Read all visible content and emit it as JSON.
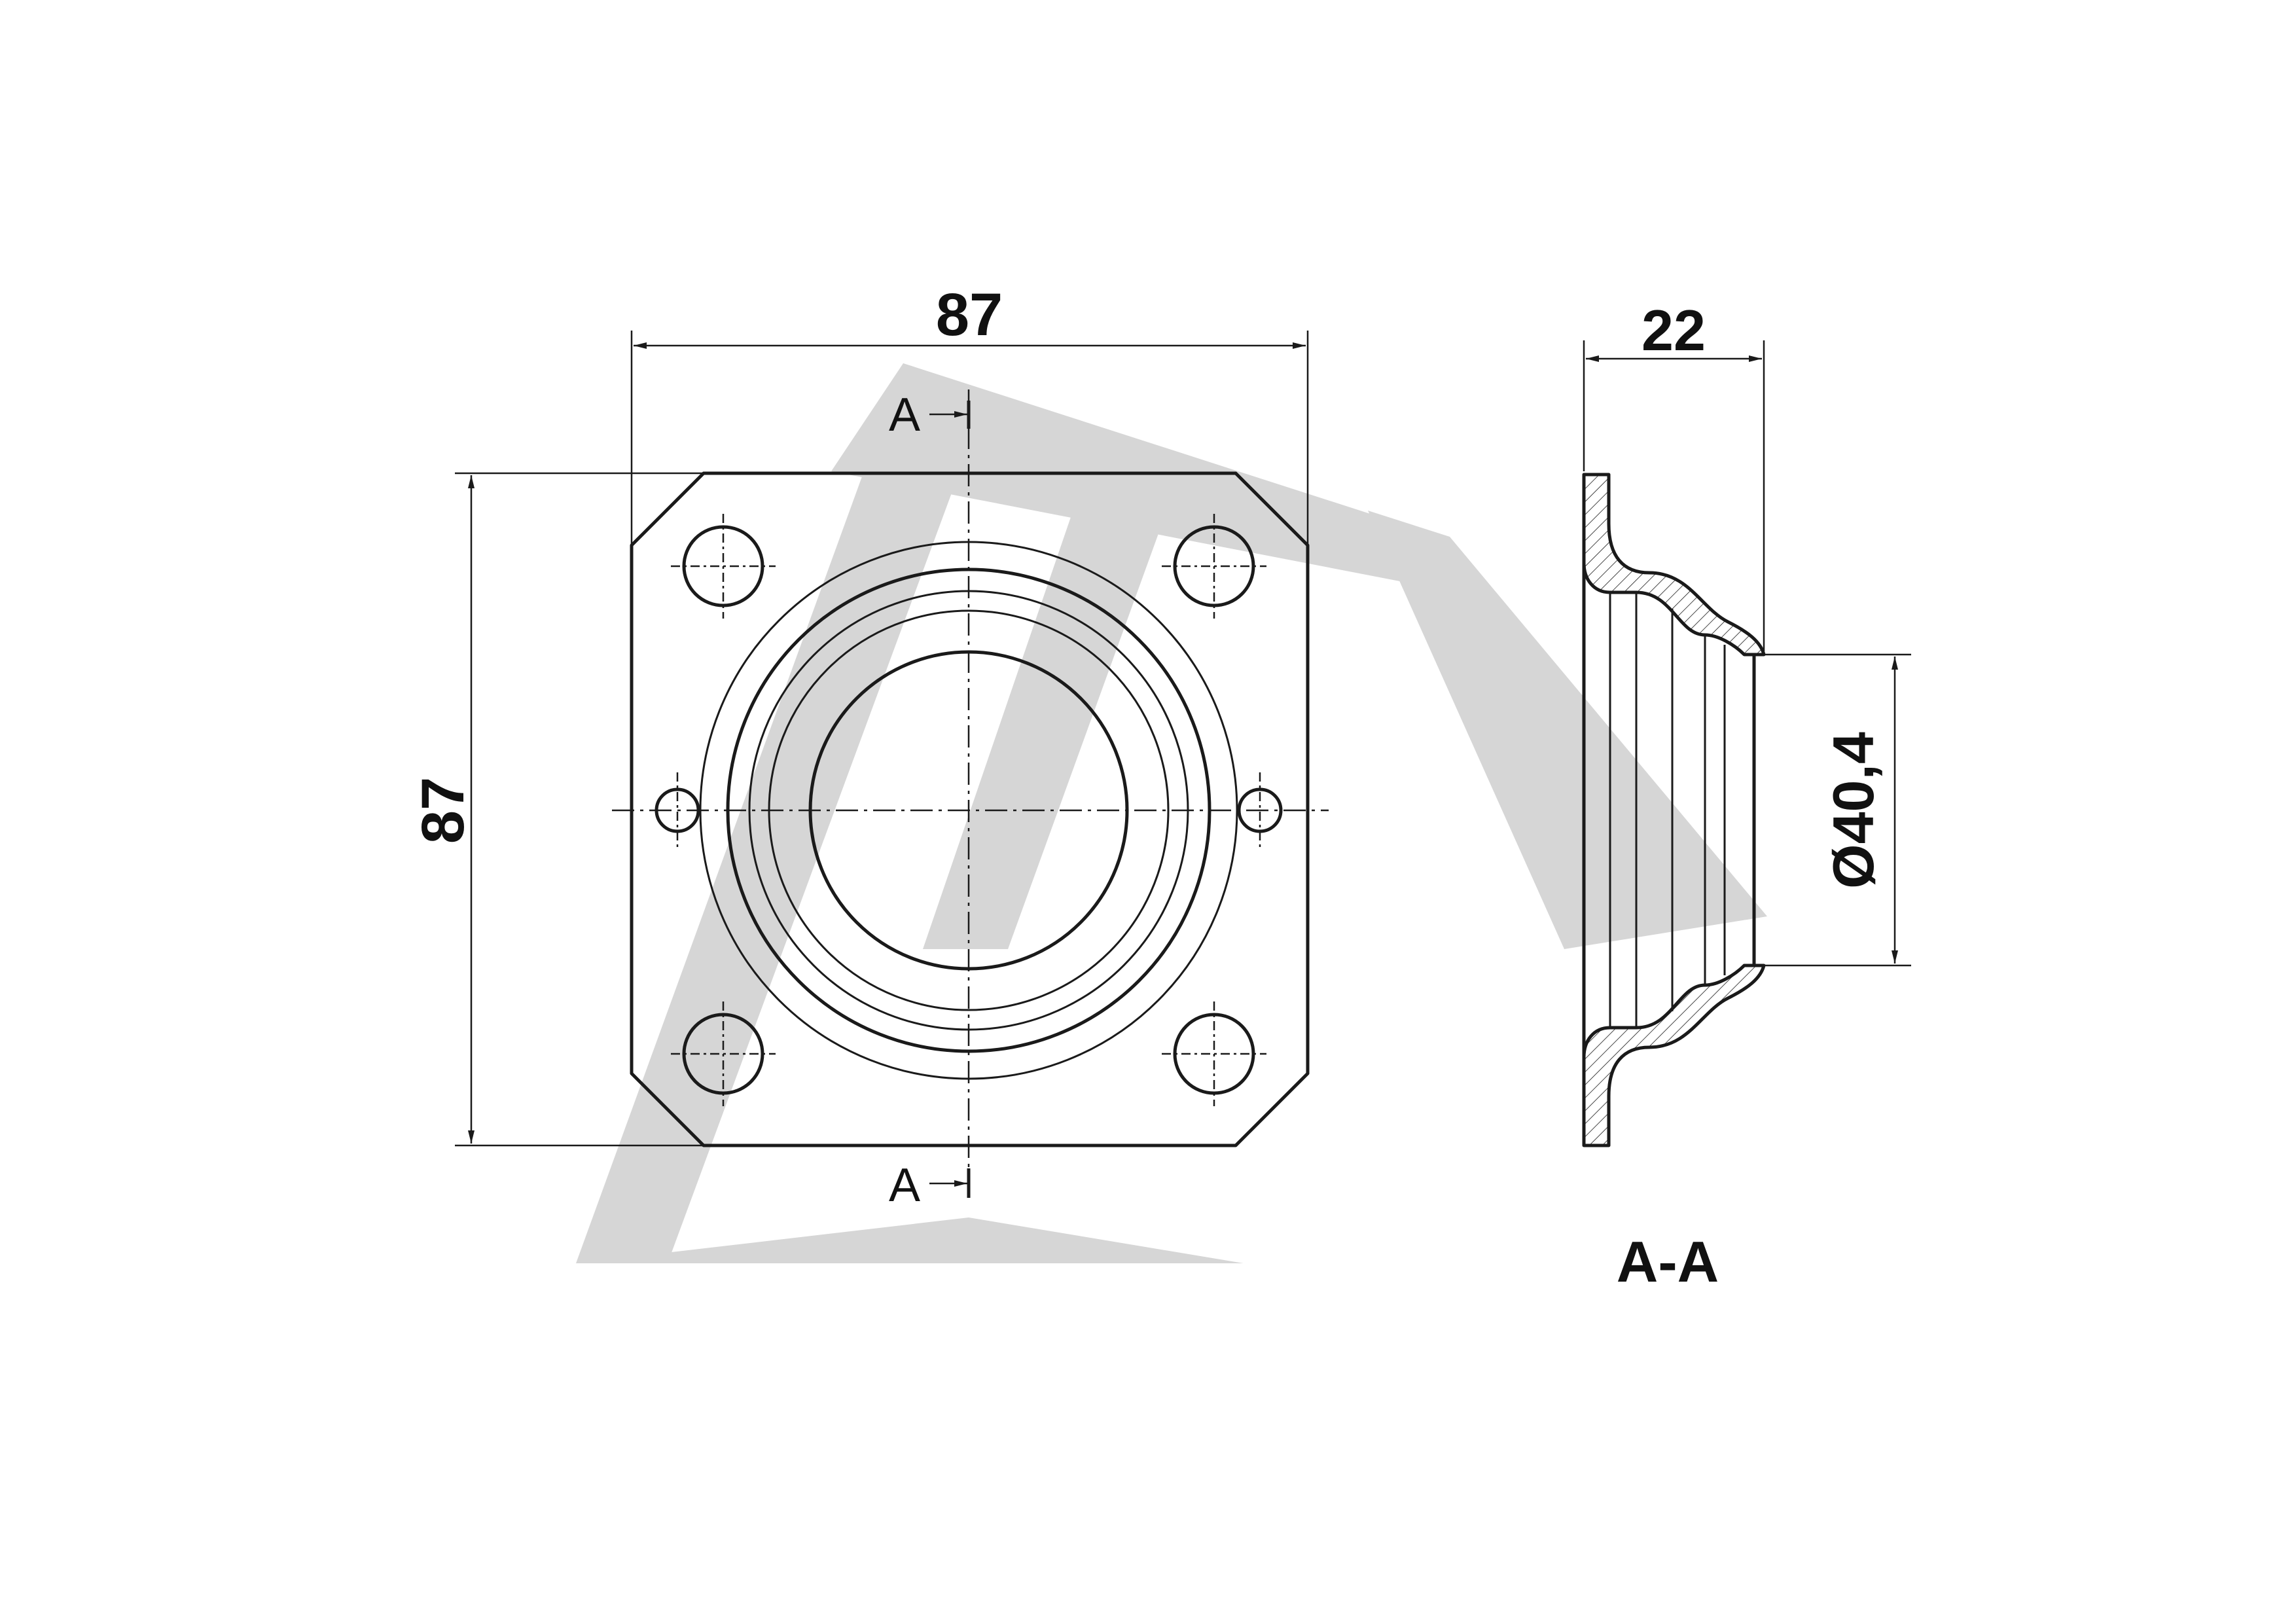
{
  "dimensions": {
    "width_top": "87",
    "height_left": "87",
    "section_depth": "22",
    "bore_diameter": "Ø40,4"
  },
  "section_markers": {
    "top_letter": "A",
    "bottom_letter": "A"
  },
  "section_view": {
    "title": "A-A"
  },
  "watermark": {
    "logo": "ATL-logo-watermark",
    "color": "#d6d6d6"
  },
  "colors": {
    "line": "#1a1a1a",
    "background": "#ffffff"
  }
}
